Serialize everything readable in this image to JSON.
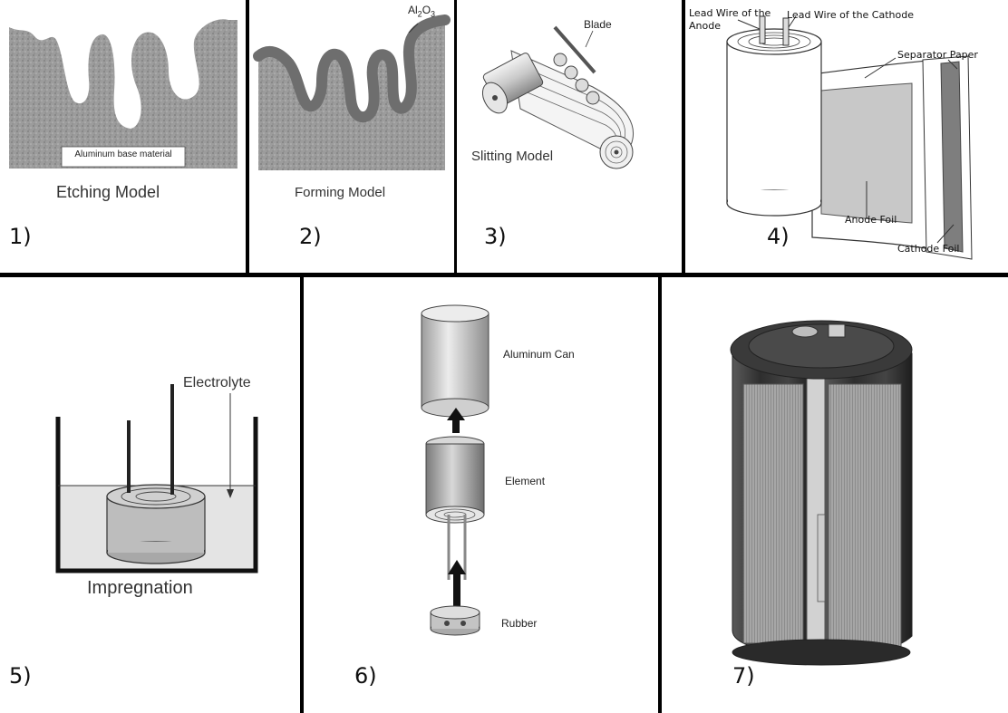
{
  "panels": [
    {
      "number": "1)",
      "caption": "Etching Model",
      "labels": {
        "base": "Aluminum base material"
      }
    },
    {
      "number": "2)",
      "caption": "Forming Model",
      "labels": {
        "oxide_main": "Al",
        "oxide_sub1": "2",
        "oxide_o": "O",
        "oxide_sub2": "3"
      }
    },
    {
      "number": "3)",
      "caption": "Slitting Model",
      "labels": {
        "blade": "Blade"
      }
    },
    {
      "number": "4)",
      "labels": {
        "lead_anode": "Lead Wire of the Anode",
        "lead_cathode": "Lead Wire of the Cathode",
        "separator": "Separator Paper",
        "anode_foil": "Anode Foil",
        "cathode_foil": "Cathode Foil"
      }
    },
    {
      "number": "5)",
      "caption": "Impregnation",
      "labels": {
        "electrolyte": "Electrolyte"
      }
    },
    {
      "number": "6)",
      "labels": {
        "can": "Aluminum Can",
        "element": "Element",
        "rubber": "Rubber"
      }
    },
    {
      "number": "7)"
    }
  ],
  "colors": {
    "divider": "#000000",
    "foil": "#9a9a9a",
    "oxide": "#6e6e6e",
    "electrolyte": "#e4e4e4"
  }
}
